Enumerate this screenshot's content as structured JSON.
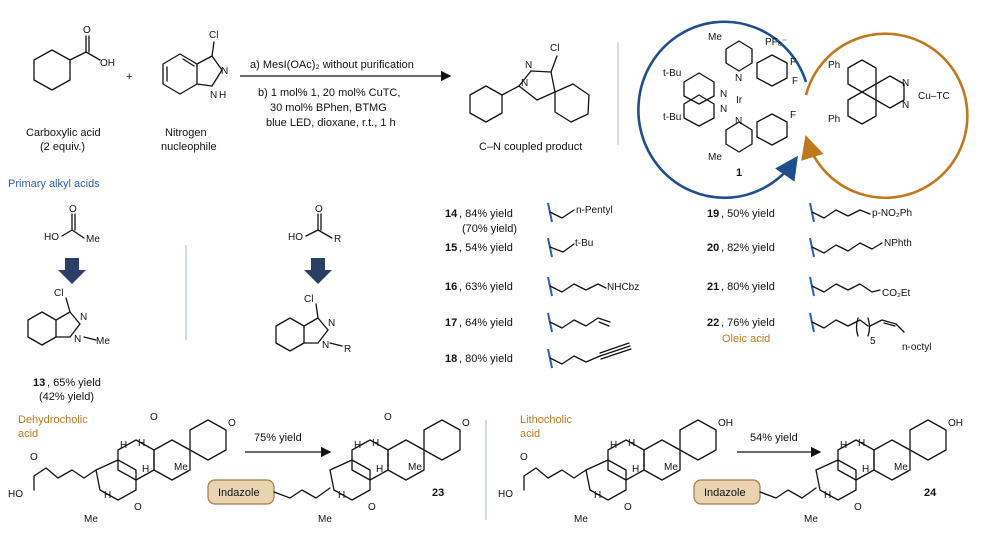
{
  "header": {
    "reactant_acid_name": "Carboxylic acid",
    "reactant_acid_equiv": "(2 equiv.)",
    "reactant_n_name_1": "Nitrogen",
    "reactant_n_name_2": "nucleophile",
    "plus": "+",
    "cond_a": "a) MesI(OAc)₂ without purification",
    "cond_b1": "b) 1 mol% 1, 20 mol% CuTC,",
    "cond_b2": "30 mol% BPhen, BTMG",
    "cond_b3": "blue LED, dioxane, r.t., 1 h",
    "product_name": "C–N coupled product"
  },
  "atoms": {
    "OH": "OH",
    "O": "O",
    "Cl": "Cl",
    "N": "N",
    "H": "H",
    "Me": "Me",
    "R": "R",
    "Ph": "Ph",
    "F": "F",
    "Ir": "Ir",
    "tBu": "t-Bu",
    "PF6": "PF₆⁻",
    "CuTC": "Cu–TC",
    "HO": "HO"
  },
  "catalyst": {
    "label": "1",
    "ring_colors": {
      "photo": "#1f4e8c",
      "copper": "#c0781d"
    }
  },
  "section": {
    "primary_title": "Primary alkyl acids"
  },
  "examples": {
    "ex13_num": "13",
    "ex13_yield": ", 65% yield",
    "ex13_sub": "(42% yield)",
    "items_left": [
      {
        "num": "14",
        "yield": ", 84% yield",
        "sub": "(70% yield)",
        "group": "n-Pentyl"
      },
      {
        "num": "15",
        "yield": ", 54% yield",
        "group": "t-Bu"
      },
      {
        "num": "16",
        "yield": ", 63% yield",
        "group": "NHCbz"
      },
      {
        "num": "17",
        "yield": ", 64% yield"
      },
      {
        "num": "18",
        "yield": ", 80% yield"
      }
    ],
    "items_right": [
      {
        "num": "19",
        "yield": ", 50% yield",
        "group": "p-NO₂Ph"
      },
      {
        "num": "20",
        "yield": ", 82% yield",
        "group": "NPhth"
      },
      {
        "num": "21",
        "yield": ", 80% yield",
        "group": "CO₂Et"
      },
      {
        "num": "22",
        "yield": ", 76% yield",
        "group": "n-octyl",
        "note": "Oleic acid",
        "sub5": "5"
      }
    ]
  },
  "steroids": {
    "left_name_1": "Dehydrocholic",
    "left_name_2": "acid",
    "left_yield": "75% yield",
    "left_product": "23",
    "right_name_1": "Lithocholic",
    "right_name_2": "acid",
    "right_yield": "54% yield",
    "right_product": "24",
    "badge": "Indazole"
  },
  "colors": {
    "blue": "#2b5fb0",
    "orange": "#c0781d",
    "arrow_blue": "#1f4e8c",
    "badge_fill": "#e9d3b0",
    "badge_stroke": "#a27a45"
  }
}
